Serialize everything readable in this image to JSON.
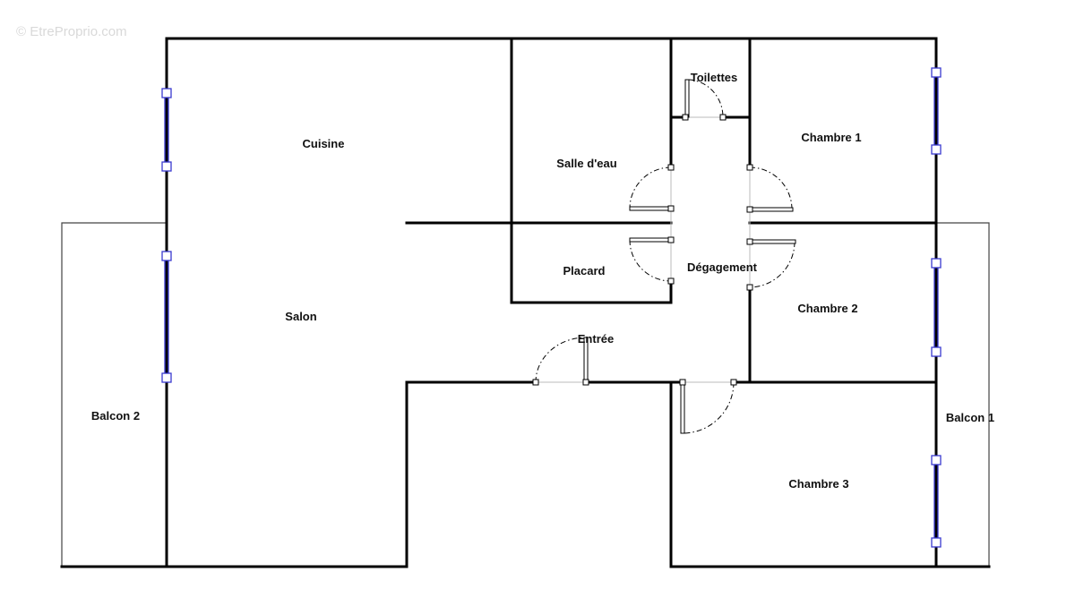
{
  "watermark": "© EtreProprio.com",
  "rooms": {
    "cuisine": "Cuisine",
    "salle_eau": "Salle d'eau",
    "toilettes": "Toilettes",
    "chambre1": "Chambre 1",
    "placard": "Placard",
    "degagement": "Dégagement",
    "chambre2": "Chambre 2",
    "salon": "Salon",
    "entree": "Entrée",
    "balcon2": "Balcon 2",
    "balcon1": "Balcon 1",
    "chambre3": "Chambre 3"
  },
  "colors": {
    "walls": "#000000",
    "windows": "#3a3ad0",
    "watermark": "#d9d9d9"
  }
}
